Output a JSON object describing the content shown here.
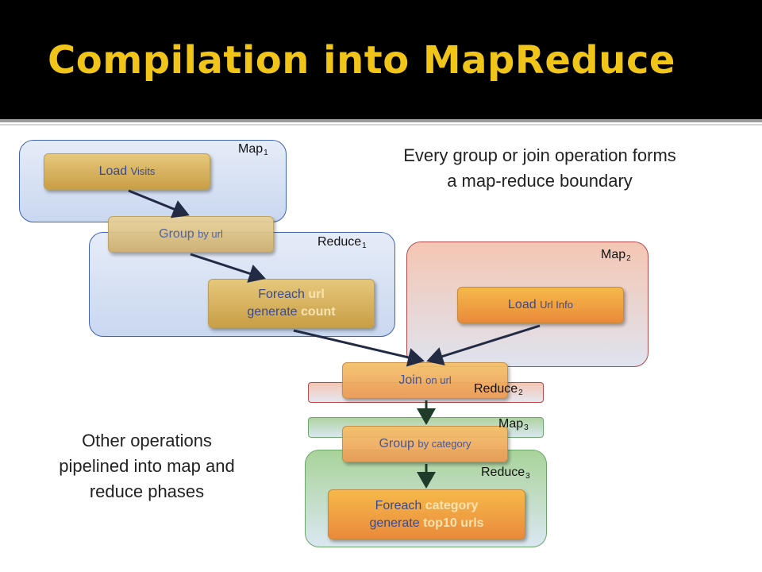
{
  "title": "Compilation into MapReduce",
  "boundary_note": {
    "line1": "Every group or join operation forms",
    "line2": "a map-reduce boundary"
  },
  "pipeline_note": {
    "line1": "Other operations",
    "line2": "pipelined into map and",
    "line3": "reduce phases"
  },
  "regions": {
    "map1": {
      "name": "Map",
      "sub": "1"
    },
    "reduce1": {
      "name": "Reduce",
      "sub": "1"
    },
    "map2": {
      "name": "Map",
      "sub": "2"
    },
    "reduce2": {
      "name": "Reduce",
      "sub": "2"
    },
    "map3": {
      "name": "Map",
      "sub": "3"
    },
    "reduce3": {
      "name": "Reduce",
      "sub": "3"
    }
  },
  "boxes": {
    "load_visits": {
      "verb": "Load",
      "arg": "Visits"
    },
    "group_url": {
      "verb": "Group",
      "arg": "by url"
    },
    "foreach_url": {
      "verb1": "Foreach",
      "arg1": "url",
      "verb2": "generate",
      "arg2": "count"
    },
    "load_urlinfo": {
      "verb": "Load",
      "arg": "Url Info"
    },
    "join_url": {
      "verb": "Join",
      "arg": "on url"
    },
    "group_category": {
      "verb": "Group",
      "arg": "by category"
    },
    "foreach_category": {
      "verb1": "Foreach",
      "arg1": "category",
      "verb2": "generate",
      "arg2": "top10 urls"
    }
  },
  "colors": {
    "title": "#f0c419",
    "title_bar": "#000000",
    "map_region": "#c9d7f0",
    "map2_region": "#f5c6b3",
    "reduce3_region": "#a9d39a",
    "operator_box": "#e6c87c",
    "join_box": "#f6b94a",
    "arrow": "#222a44"
  }
}
